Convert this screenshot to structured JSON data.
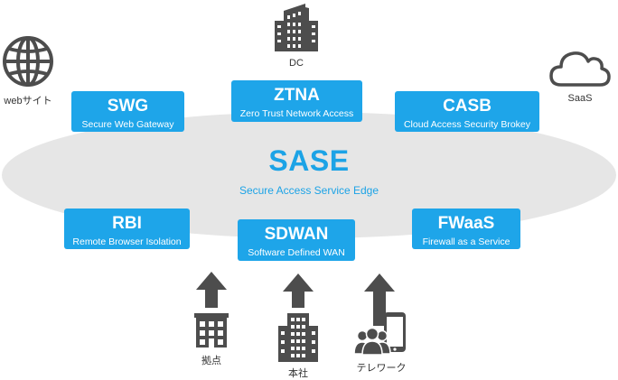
{
  "center": {
    "title": "SASE",
    "subtitle": "Secure Access Service Edge"
  },
  "boxes": {
    "swg": {
      "title": "SWG",
      "subtitle": "Secure Web Gateway"
    },
    "ztna": {
      "title": "ZTNA",
      "subtitle": "Zero Trust Network Access"
    },
    "casb": {
      "title": "CASB",
      "subtitle": "Cloud Access Security Brokey"
    },
    "rbi": {
      "title": "RBI",
      "subtitle": "Remote Browser Isolation"
    },
    "sdwan": {
      "title": "SDWAN",
      "subtitle": "Software Defined WAN"
    },
    "fwaas": {
      "title": "FWaaS",
      "subtitle": "Firewall as a Service"
    }
  },
  "endpoints": {
    "web": {
      "label": "webサイト",
      "icon": "globe-icon"
    },
    "dc": {
      "label": "DC",
      "icon": "datacenter-building-icon"
    },
    "saas": {
      "label": "SaaS",
      "icon": "cloud-icon"
    },
    "branch": {
      "label": "拠点",
      "icon": "branch-building-icon"
    },
    "hq": {
      "label": "本社",
      "icon": "headquarters-building-icon"
    },
    "telework": {
      "label": "テレワーク",
      "icon": "people-smartphone-icon"
    }
  },
  "colors": {
    "accent": "#1ea5e9",
    "ellipse": "#e6e6e6",
    "icon": "#4d4d4d"
  }
}
